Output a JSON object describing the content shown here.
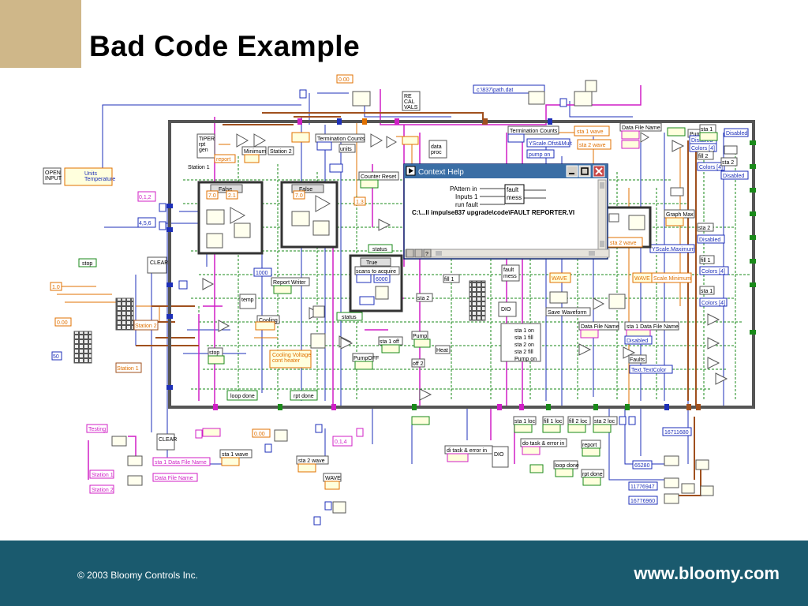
{
  "slide": {
    "title": "Bad Code Example",
    "copyright": "© 2003 Bloomy Controls Inc.",
    "url": "www.bloomy.com"
  },
  "context_help": {
    "title": "Context Help",
    "inputs": [
      "PAttern in",
      "Inputs 1",
      "run fault"
    ],
    "outputs": [
      "fault",
      "mess"
    ],
    "path": "C:\\...ll impulse837 upgrade\\code\\FAULT REPORTER.VI"
  },
  "diagram_labels": {
    "zero": "0.00",
    "path_const": "c:\\837\\path.dat",
    "recal": "RE\nCAL\nVALS",
    "termination_counts": "Termination Counts",
    "sta1_wave": "sta 1 wave",
    "sta2_wave": "sta 2 wave",
    "data_file_name": "Data File Name",
    "pump": "Pump",
    "sta1": "sta 1",
    "disabled": "Disabled",
    "colors4": "Colors [4]",
    "fill2": "fill 2",
    "sta2": "sta 2",
    "graph_max": "Graph Max",
    "yscale_ofst": "YScale.Ofst&Mult",
    "pump_on": "pump on",
    "yscale_max": "YScale.Maximum",
    "yscale_min": "Scale.Minimum",
    "wave": "WAVE",
    "tiper_rpt_gen": "TiPER\nrpt\ngen",
    "minimum": "Minimum",
    "station2": "Station 2",
    "station1": "Station 1",
    "report": "report",
    "units": "units",
    "data_proc": "data\nproc",
    "counter_reset": "Counter Reset",
    "false": "False",
    "true": "True",
    "val_7": "7.0",
    "val_21": "2.1",
    "val_13": "1.3",
    "status": "status",
    "scans_to_acquire": "scans to acquire",
    "val_6000": "6000",
    "val_1000": "1000",
    "report_writer": "Report Writer",
    "temp": "temp",
    "cooling": "Cooling",
    "cooling_voltage": "Cooling Voltage\ncont heater",
    "stop": "stop",
    "pumpoff": "PumpOFF",
    "sta1_off": "sta 1 off",
    "off2": "off 2",
    "heat": "Heat",
    "fill1": "fill 1",
    "dio": "DIO",
    "save_waveform": "Save Waveform",
    "sta1_data_file_name": "sta 1 Data File Name",
    "faults": "Faults",
    "text_color": "Text.TextColor",
    "sta_list": [
      "sta 1 on",
      "sta 1 fill",
      "sta 2 on",
      "sta 2 fill",
      "Pump on"
    ],
    "loop_done": "loop done",
    "rpt_done": "rpt done",
    "open_input": "OPEN\nINPUT",
    "units_temp": "Units\nTemperature",
    "v012": "0,1,2",
    "v456": "4,5,6",
    "v10": "1.0",
    "v50": "50",
    "testing": "Testing",
    "sta1_wave2": "sta 1 wave",
    "sta2_wave2": "sta 2 wave",
    "v014": "0,1,4",
    "sta1_data_file": "sta 1 Data File Name",
    "data_file_name2": "Data File Name",
    "di_task": "di task & error in",
    "do_task": "do task & error in",
    "loop_done2": "loop done",
    "rpt_done2": "rpt done",
    "sta1_loc": "sta 1 loc",
    "fill1_loc": "fill 1 loc",
    "fill2_loc": "fill 2 loc",
    "sta2_loc": "sta 2 loc",
    "n16711680": "16711680",
    "n65280": "65280",
    "n11776947": "11776947",
    "n16776960": "16776960",
    "clear": "CLEAR"
  },
  "colors": {
    "accent": "#cfb789",
    "footer": "#1a5a6e",
    "wire_blue": "#1d2fb8",
    "wire_orange": "#e07000",
    "wire_pink": "#d01fc6",
    "wire_green": "#1a8a1a",
    "wire_brown": "#a0501e"
  }
}
